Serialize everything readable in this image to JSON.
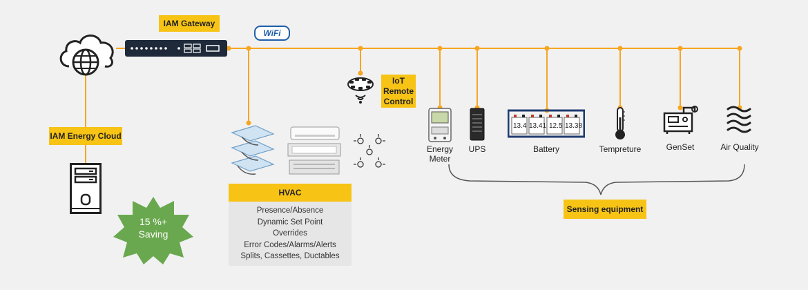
{
  "gateway": {
    "label": "IAM Gateway"
  },
  "wifi": {
    "label": "WiFi"
  },
  "cloud": {
    "label": "IAM Energy Cloud"
  },
  "saving": {
    "line1": "15 %+",
    "line2": "Saving"
  },
  "iot": {
    "label": "IoT\nRemote\nControl"
  },
  "hvac": {
    "label": "HVAC",
    "features": [
      "Presence/Absence",
      "Dynamic  Set Point",
      "Overrides",
      "Error Codes/Alarms/Alerts",
      "Splits, Cassettes, Ductables"
    ]
  },
  "sensors": {
    "energy_meter": "Energy\nMeter",
    "ups": "UPS",
    "battery": "Battery",
    "battery_values": [
      "13.4",
      "13.41",
      "12.5",
      "13.38"
    ],
    "temperature": "Tempreture",
    "genset": "GenSet",
    "air_quality": "Air Quality"
  },
  "sensing": {
    "label": "Sensing equipment"
  },
  "colors": {
    "accent": "#f7c315",
    "wire": "#f5a623",
    "device": "#1e2a3a",
    "badge": "#6aa84f"
  }
}
